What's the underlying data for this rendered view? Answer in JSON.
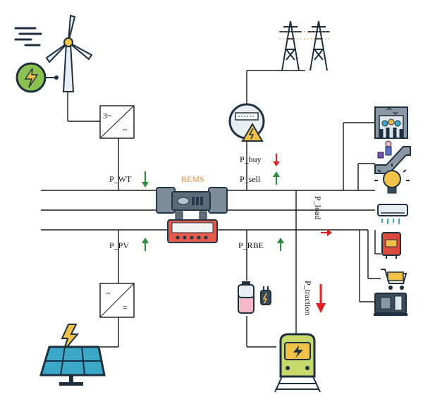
{
  "labels": {
    "rems": "REMS",
    "p_wt": "P_WT",
    "p_pv": "P_PV",
    "p_buy": "P_buy",
    "p_sell": "P_sell",
    "p_rbe": "P_RBE",
    "p_load": "P_load",
    "p_traction": "P_traction"
  },
  "converters": {
    "wt_in": "3~",
    "wt_out": "~",
    "pv_in": "~",
    "pv_out": "="
  },
  "arrow_colors": {
    "green": "#2e8b3a",
    "red": "#e02020"
  },
  "icons": [
    "wind-turbine-icon",
    "generator-icon",
    "transmission-tower-icon",
    "electric-meter-icon",
    "solar-panel-icon",
    "battery-icon",
    "electric-train-icon",
    "elevator-icon",
    "escalator-icon",
    "light-bulb-icon",
    "air-conditioner-icon",
    "water-heater-icon",
    "shopping-cart-icon",
    "coffee-machine-icon",
    "rems-controller-icon"
  ]
}
